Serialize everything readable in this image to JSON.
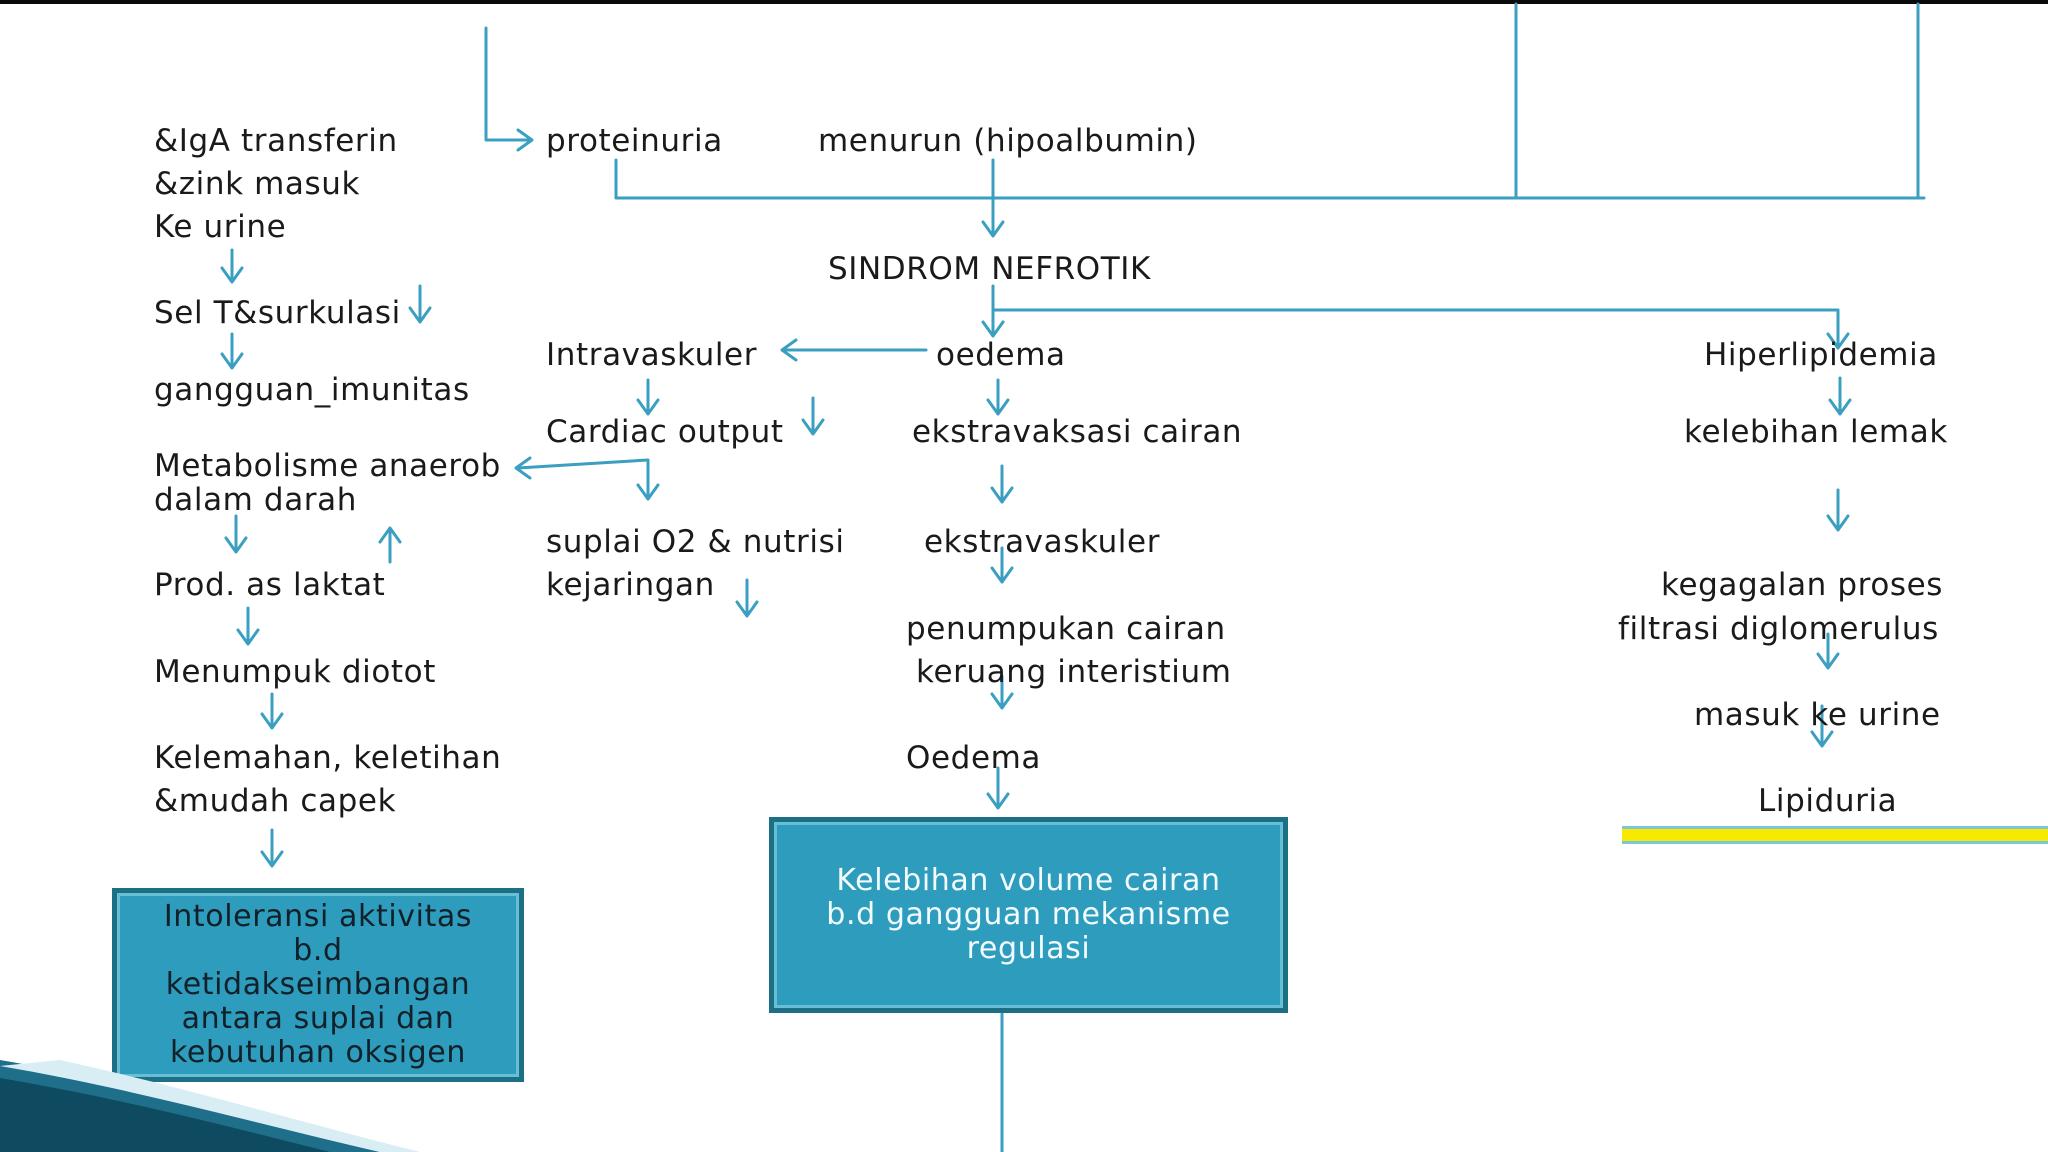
{
  "nodes": {
    "iga": [
      "&IgA transferin",
      "&zink masuk",
      "Ke urine"
    ],
    "sel_t": "Sel T&surkulasi",
    "gangguan_imunitas": "gangguan_imunitas",
    "metabolisme": [
      "Metabolisme anaerob",
      "dalam darah"
    ],
    "prod_laktat": "Prod. as laktat",
    "menumpuk": "Menumpuk diotot",
    "kelemahan": [
      "Kelemahan, keletihan",
      "&mudah capek"
    ],
    "proteinuria": "proteinuria",
    "hipoalbumin": "menurun (hipoalbumin)",
    "sindrom": "SINDROM NEFROTIK",
    "intravaskuler": "Intravaskuler",
    "oedema": "oedema",
    "cardiac": "Cardiac output",
    "ekstravaksasi": "ekstravaksasi cairan",
    "suplai": [
      "suplai O2 & nutrisi",
      "kejaringan"
    ],
    "ekstravaskuler": "ekstravaskuler",
    "penumpukan": [
      "penumpukan cairan",
      "keruang interistium"
    ],
    "oedema2": "Oedema",
    "hiperlipidemia": "Hiperlipidemia",
    "kelebihan_lemak": "kelebihan lemak",
    "kegagalan": [
      "kegagalan proses",
      "filtrasi diglomerulus"
    ],
    "masuk_urine": "masuk ke urine",
    "lipiduria": "Lipiduria"
  },
  "diagnosis_boxes": {
    "left": [
      "Intoleransi aktivitas",
      "b.d",
      "ketidakseimbangan",
      "antara suplai dan",
      "kebutuhan  oksigen"
    ],
    "center": [
      "Kelebihan volume cairan",
      "b.d gangguan mekanisme",
      "regulasi"
    ]
  },
  "colors": {
    "connector": "#3a9fc0",
    "box_fill": "#2e9cbd",
    "box_border": "#1d6f86",
    "highlight_bar": "#f5ea00"
  }
}
